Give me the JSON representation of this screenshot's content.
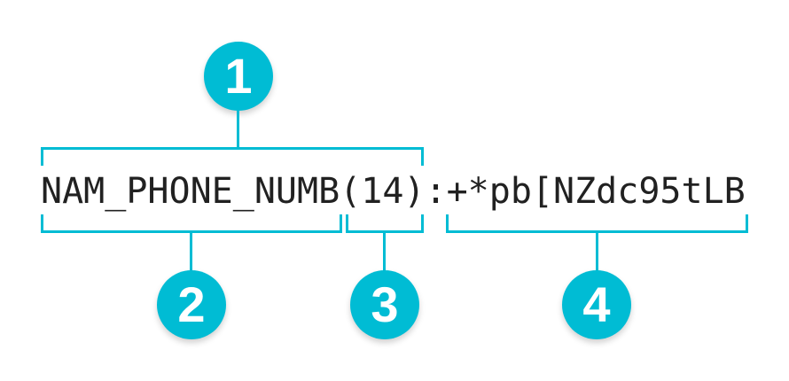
{
  "colors": {
    "accent": "#00BCD4",
    "ink": "#212121",
    "background": "#FFFFFF",
    "marker_number": "#FFFFFF"
  },
  "record": {
    "full_string": "NAM_PHONE_NUMB(14):+*pb[NZdc95tLB",
    "field_name": "NAM_PHONE_NUMB",
    "field_length": "(14)",
    "separator": ":",
    "field_value": "+*pb[NZdc95tLB"
  },
  "markers": [
    {
      "number": "1"
    },
    {
      "number": "2"
    },
    {
      "number": "3"
    },
    {
      "number": "4"
    }
  ]
}
